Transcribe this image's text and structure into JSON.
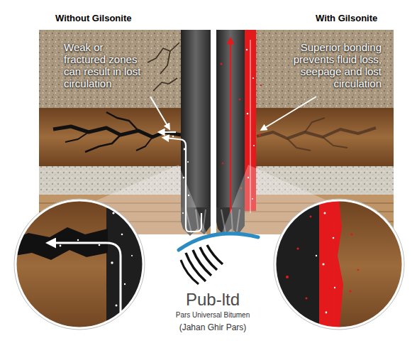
{
  "diagram": {
    "labels": [
      "Without Gilsonite",
      "With Gilsonite",
      "Weak or fractured zones can result in lost circulation",
      "Superior bonding prevents fluid loss, seepage and lost circulation",
      "Pub-ltd",
      "Pars Universal Bitumen",
      "(Jahan Ghir Pars)"
    ]
  }
}
